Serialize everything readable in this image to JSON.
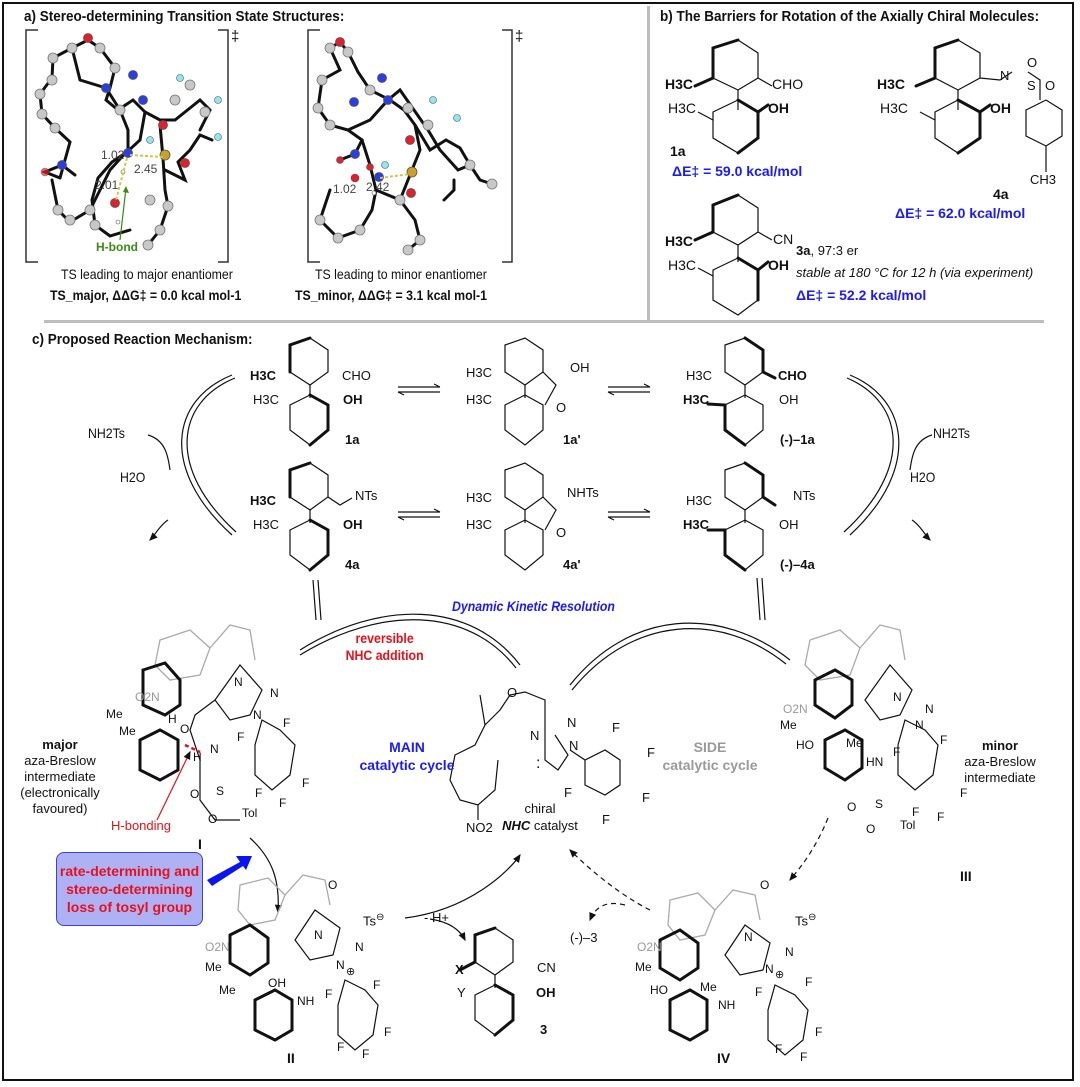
{
  "panel_a": {
    "title": "a) Stereo-determining Transition State Structures:",
    "ts_major": {
      "caption": "TS leading to major enantiomer",
      "energy_label": "TS_major, ΔΔG‡ = 0.0 kcal mol-1",
      "distances": [
        "1.02",
        "2.45",
        "2.01"
      ],
      "hbond_label": "H-bond",
      "dagger": "‡"
    },
    "ts_minor": {
      "caption": "TS leading to minor enantiomer",
      "energy_label": "TS_minor, ΔΔG‡ = 3.1 kcal mol-1",
      "distances": [
        "1.02",
        "2.42"
      ],
      "dagger": "‡"
    },
    "atom_colors": {
      "carbon": "#c8c8c8",
      "nitrogen": "#2a3fe0",
      "oxygen": "#e0202a",
      "sulfur": "#c9a225",
      "fluorine": "#8fe8f0",
      "hydrogen": "#ffffff"
    }
  },
  "panel_b": {
    "title": "b) The Barriers for Rotation of the Axially Chiral Molecules:",
    "compounds": [
      {
        "id": "1a",
        "groups": [
          "H3C",
          "H3C",
          "CHO",
          "OH"
        ],
        "barrier": "ΔE‡ = 59.0 kcal/mol"
      },
      {
        "id": "4a",
        "groups": [
          "H3C",
          "H3C",
          "N",
          "S",
          "O",
          "O",
          "OH",
          "CH3"
        ],
        "barrier": "ΔE‡  = 62.0 kcal/mol"
      },
      {
        "id": "3a",
        "groups": [
          "H3C",
          "H3C",
          "CN",
          "OH"
        ],
        "er": "97:3 er",
        "note": "stable at 180 °C for 12 h (via experiment)",
        "barrier": "ΔE‡  = 52.2 kcal/mol"
      }
    ]
  },
  "panel_c": {
    "title": "c) Proposed Reaction Mechanism:",
    "reagents": {
      "left_in": "NH2Ts",
      "left_out": "H2O",
      "right_in": "NH2Ts",
      "right_out": "H2O"
    },
    "top_row": [
      {
        "id": "1a",
        "groups": [
          "H3C",
          "H3C",
          "CHO",
          "OH"
        ]
      },
      {
        "id": "1a'",
        "groups": [
          "H3C",
          "H3C",
          "OH",
          "O"
        ]
      },
      {
        "id": "(-)–1a",
        "groups": [
          "H3C",
          "H3C",
          "CHO",
          "OH"
        ]
      }
    ],
    "second_row": [
      {
        "id": "4a",
        "groups": [
          "H3C",
          "H3C",
          "NTs",
          "OH"
        ]
      },
      {
        "id": "4a'",
        "groups": [
          "H3C",
          "H3C",
          "NHTs",
          "O"
        ]
      },
      {
        "id": "(-)–4a",
        "groups": [
          "H3C",
          "H3C",
          "NTs",
          "OH"
        ]
      }
    ],
    "dkr_label": "Dynamic Kinetic Resolution",
    "reversible_label": [
      "reversible",
      "NHC addition"
    ],
    "main_cycle_label": [
      "MAIN",
      "catalytic cycle"
    ],
    "side_cycle_label": [
      "SIDE",
      "catalytic cycle"
    ],
    "catalyst_label": [
      "chiral",
      "NHC",
      " catalyst"
    ],
    "catalyst_groups": [
      "O",
      "N",
      "N",
      "N",
      "NO2",
      "F",
      "F",
      "F",
      "F",
      "F"
    ],
    "intermediate_I": {
      "id": "I",
      "description": [
        "major",
        "aza-Breslow",
        "intermediate",
        "(electronically",
        "favoured)"
      ],
      "hbond_label": "H-bonding",
      "groups": [
        "Me",
        "Me",
        "O",
        "H",
        "H",
        "N",
        "O",
        "S",
        "O",
        "Tol",
        "N",
        "N",
        "N",
        "O2N",
        "F",
        "F",
        "F",
        "F",
        "F"
      ]
    },
    "intermediate_II": {
      "id": "II",
      "groups": [
        "O2N",
        "Me",
        "Me",
        "OH",
        "NH",
        "N",
        "N",
        "N",
        "Ts",
        "F",
        "F",
        "F",
        "F",
        "F",
        "O"
      ]
    },
    "intermediate_III": {
      "id": "III",
      "description": [
        "minor",
        "aza-Breslow",
        "intermediate"
      ],
      "groups": [
        "O2N",
        "Me",
        "HO",
        "Me",
        "HN",
        "O",
        "S",
        "O",
        "Tol",
        "N",
        "N",
        "N",
        "F",
        "F",
        "F",
        "F",
        "F"
      ]
    },
    "intermediate_IV": {
      "id": "IV",
      "groups": [
        "O2N",
        "Me",
        "HO",
        "Me",
        "NH",
        "N",
        "N",
        "N",
        "Ts",
        "F",
        "F",
        "F",
        "F",
        "F",
        "O"
      ]
    },
    "product": {
      "id": "3",
      "groups": [
        "X",
        "Y",
        "CN",
        "OH"
      ],
      "proton_loss": "- H+"
    },
    "side_product": "(-)–3",
    "callout": "rate-determining and stereo-determining loss of tosyl group",
    "colors": {
      "blue": "#1a1aff",
      "red": "#e8101a",
      "grey": "#9a9a9a",
      "callout_fill": "#aeb2f5",
      "arrow_blue": "#0a14f0"
    }
  }
}
